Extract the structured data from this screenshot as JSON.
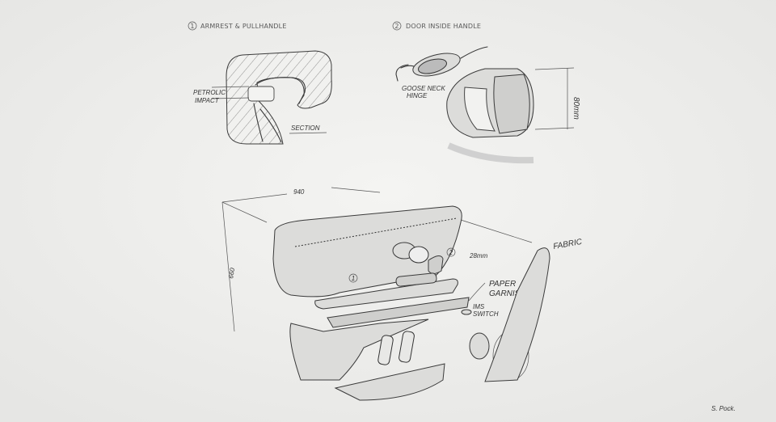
{
  "sections": [
    {
      "number": "1",
      "title": "ARMREST & PULLHANDLE"
    },
    {
      "number": "2",
      "title": "DOOR INSIDE HANDLE"
    }
  ],
  "annotations": {
    "impact_label_line1": "PETROLIC",
    "impact_label_line2": "IMPACT",
    "section_label": "SECTION",
    "hinge_label_line1": "GOOSE NECK",
    "hinge_label_line2": "HINGE",
    "handle_height": "80mm",
    "width_dim": "940",
    "height_dim": "660",
    "handle_depth": "28mm",
    "callout_1": "1",
    "callout_2": "2",
    "paper_garnish_line1": "PAPER",
    "paper_garnish_line2": "GARNISH",
    "ims_switch_line1": "IMS",
    "ims_switch_line2": "SWITCH",
    "fabric_label": "FABRIC",
    "signature": "S. Pock."
  }
}
